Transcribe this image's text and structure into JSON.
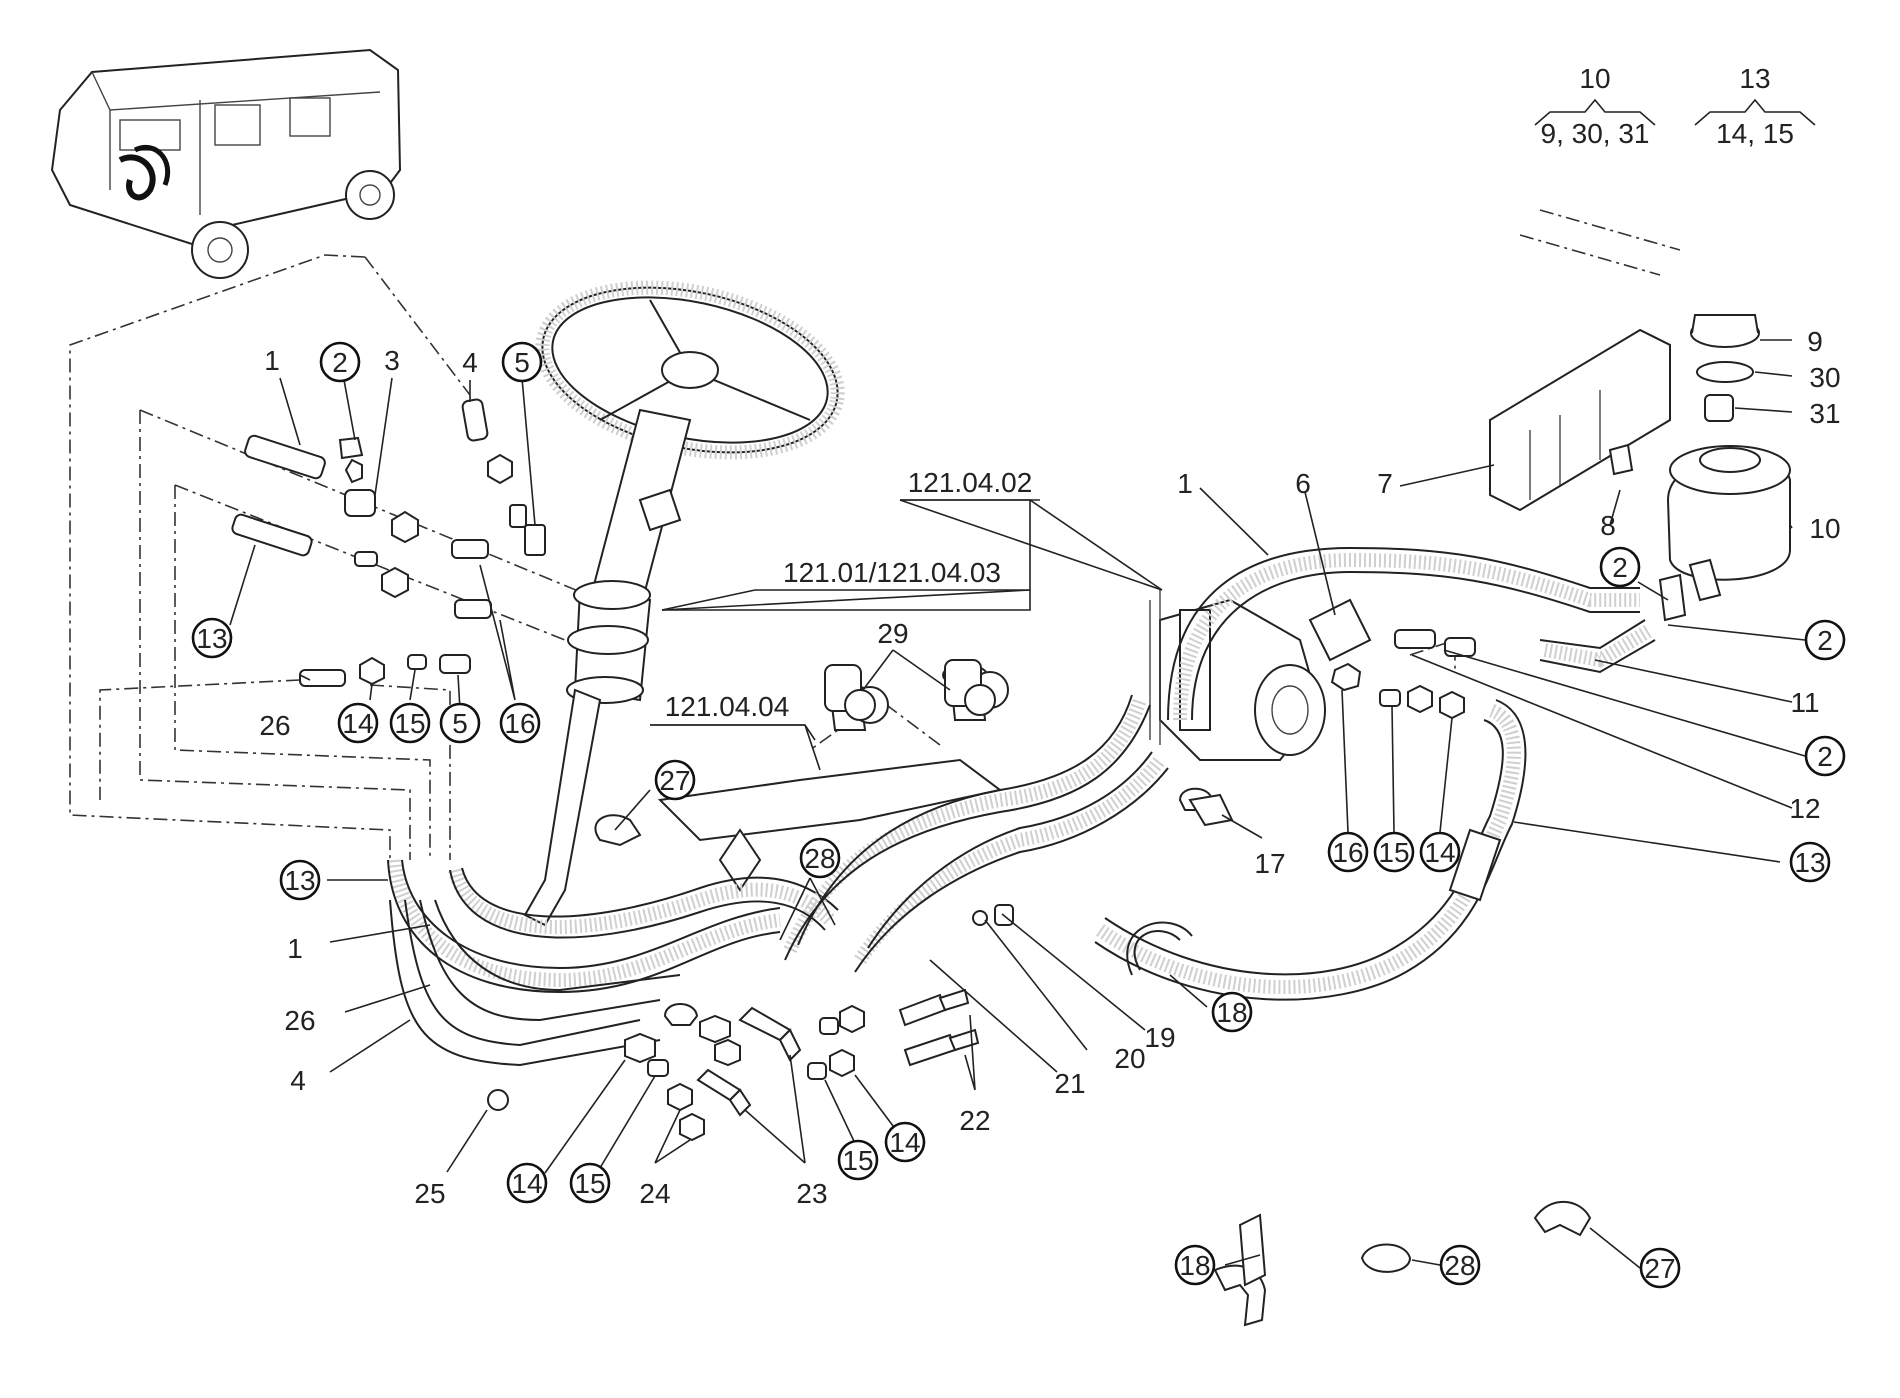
{
  "references": {
    "steering_column": "121.01/121.04.03",
    "pump": "121.04.02",
    "steering_box": "121.04.04"
  },
  "kits": [
    {
      "id": "kit-10",
      "title": "10",
      "contents": "9, 30, 31"
    },
    {
      "id": "kit-13",
      "title": "13",
      "contents": "14, 15"
    }
  ],
  "callouts": {
    "c_1a": "1",
    "c_2a": "2",
    "c_3a": "3",
    "c_4a": "4",
    "c_5a": "5",
    "c_13a": "13",
    "c_26a": "26",
    "c_14a": "14",
    "c_15a": "15",
    "c_5b": "5",
    "c_16a": "16",
    "c_29": "29",
    "c_27a": "27",
    "c_1b": "1",
    "c_6": "6",
    "c_7": "7",
    "c_8": "8",
    "c_9": "9",
    "c_30": "30",
    "c_31": "31",
    "c_10": "10",
    "c_2b": "2",
    "c_2c": "2",
    "c_11": "11",
    "c_2d": "2",
    "c_12": "12",
    "c_13b": "13",
    "c_16b": "16",
    "c_15b": "15",
    "c_14b": "14",
    "c_17": "17",
    "c_13c": "13",
    "c_1c": "1",
    "c_26b": "26",
    "c_4b": "4",
    "c_28a": "28",
    "c_18a": "18",
    "c_19": "19",
    "c_20": "20",
    "c_21": "21",
    "c_22": "22",
    "c_25": "25",
    "c_14c": "14",
    "c_15c": "15",
    "c_24": "24",
    "c_23": "23",
    "c_15d": "15",
    "c_14d": "14",
    "c_18b": "18",
    "c_28b": "28",
    "c_27b": "27"
  }
}
